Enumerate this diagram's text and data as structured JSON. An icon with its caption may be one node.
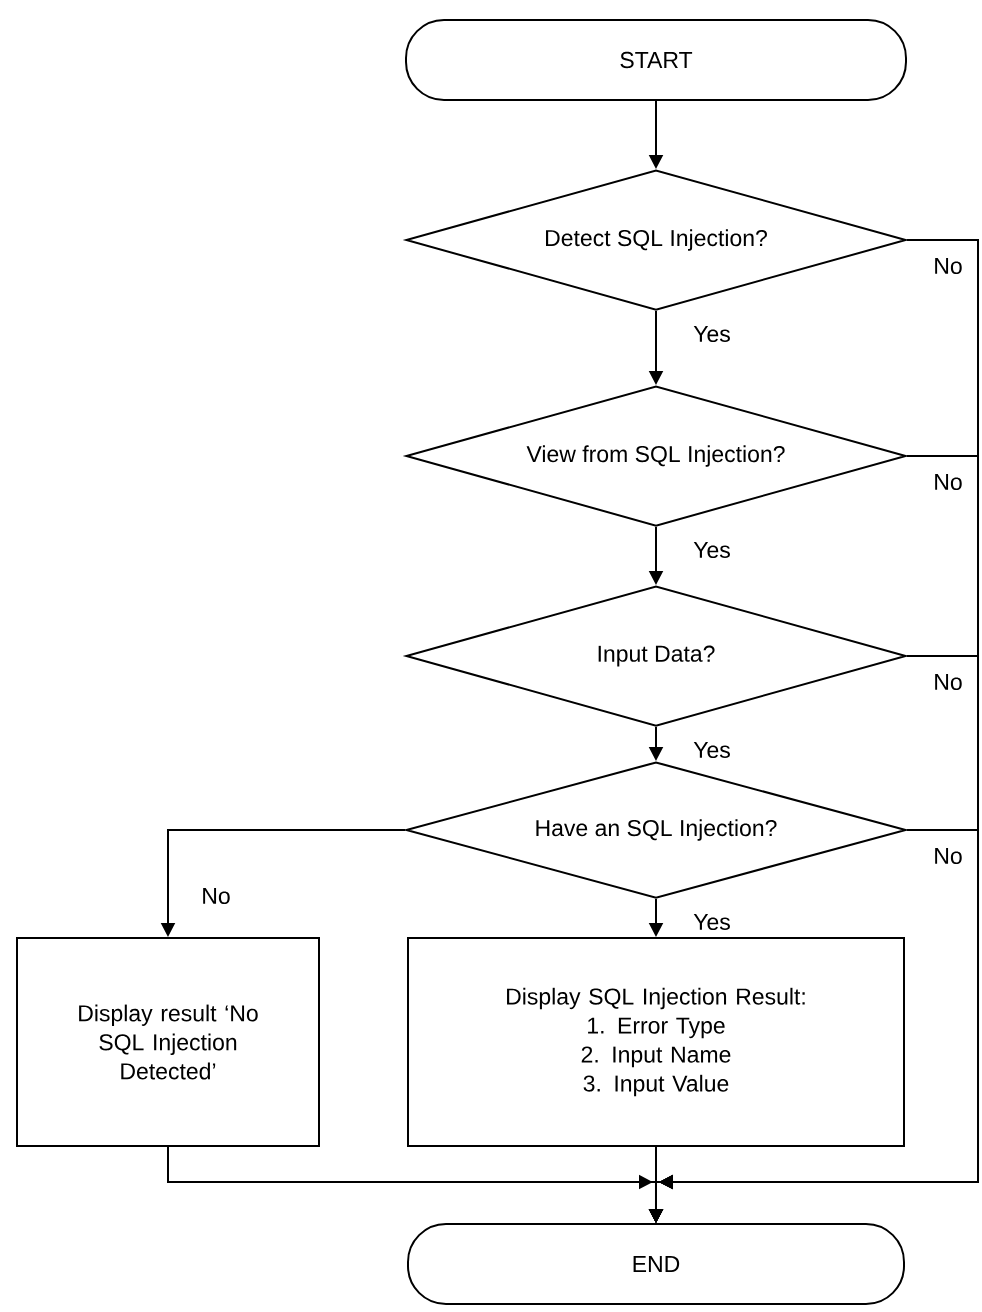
{
  "diagram": {
    "nodes": [
      {
        "text": [
          "START"
        ]
      },
      {
        "text": [
          "Detect SQL Injection?"
        ]
      },
      {
        "text": [
          "View from SQL Injection?"
        ]
      },
      {
        "text": [
          "Input Data?"
        ]
      },
      {
        "text": [
          "Have an SQL Injection?"
        ]
      },
      {
        "text": [
          "Display result ‘No SQL Injection Detected’"
        ]
      },
      {
        "text": [
          "Display SQL Injection Result:",
          "1. Error Type",
          "2. Input Name",
          "3. Input Value"
        ]
      },
      {
        "text": [
          "END"
        ]
      }
    ],
    "edges": [
      {
        "from": 0,
        "to": 1,
        "arrow": "to"
      },
      {
        "from": 1,
        "to": 2,
        "arrow": "to",
        "label": "Yes"
      },
      {
        "from": 2,
        "to": 3,
        "arrow": "to",
        "label": "Yes"
      },
      {
        "from": 3,
        "to": 4,
        "arrow": "to",
        "label": "Yes"
      },
      {
        "from": 4,
        "to": 5,
        "arrow": "to",
        "label": "No"
      },
      {
        "from": 4,
        "to": 6,
        "arrow": "to",
        "label": "Yes"
      },
      {
        "from": 5,
        "to": 7,
        "arrow": "to"
      },
      {
        "from": 6,
        "to": 7,
        "arrow": "to"
      },
      {
        "from": 1,
        "to": 7,
        "arrow": "to",
        "label": "No"
      },
      {
        "from": 2,
        "to": 7,
        "arrow": "to",
        "label": "No"
      },
      {
        "from": 3,
        "to": 7,
        "arrow": "to",
        "label": "No"
      },
      {
        "from": 4,
        "to": 7,
        "arrow": "to",
        "label": "No"
      }
    ]
  }
}
